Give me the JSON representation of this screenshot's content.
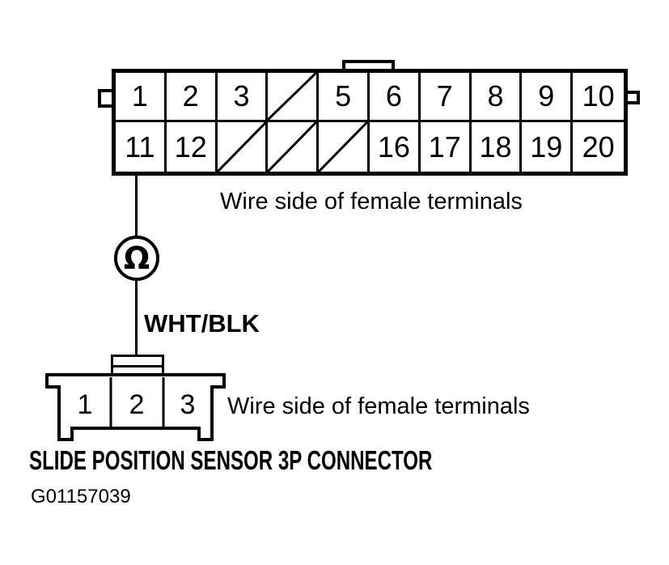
{
  "colors": {
    "ink": "#000000",
    "background": "#ffffff"
  },
  "top_connector": {
    "caption": "Wire side of female terminals",
    "cells": [
      {
        "label": "1",
        "crossed": false
      },
      {
        "label": "2",
        "crossed": false
      },
      {
        "label": "3",
        "crossed": false
      },
      {
        "label": "",
        "crossed": true
      },
      {
        "label": "5",
        "crossed": false
      },
      {
        "label": "6",
        "crossed": false
      },
      {
        "label": "7",
        "crossed": false
      },
      {
        "label": "8",
        "crossed": false
      },
      {
        "label": "9",
        "crossed": false
      },
      {
        "label": "10",
        "crossed": false
      },
      {
        "label": "11",
        "crossed": false
      },
      {
        "label": "12",
        "crossed": false
      },
      {
        "label": "",
        "crossed": true
      },
      {
        "label": "",
        "crossed": true
      },
      {
        "label": "",
        "crossed": true
      },
      {
        "label": "16",
        "crossed": false
      },
      {
        "label": "17",
        "crossed": false
      },
      {
        "label": "18",
        "crossed": false
      },
      {
        "label": "19",
        "crossed": false
      },
      {
        "label": "20",
        "crossed": false
      }
    ]
  },
  "meter": {
    "symbol": "Ω"
  },
  "wire": {
    "color_label": "WHT/BLK"
  },
  "bottom_connector": {
    "caption": "Wire side of female terminals",
    "title": "SLIDE POSITION SENSOR 3P CONNECTOR",
    "pins": [
      {
        "label": "1"
      },
      {
        "label": "2"
      },
      {
        "label": "3"
      }
    ]
  },
  "figure_code": "G01157039"
}
